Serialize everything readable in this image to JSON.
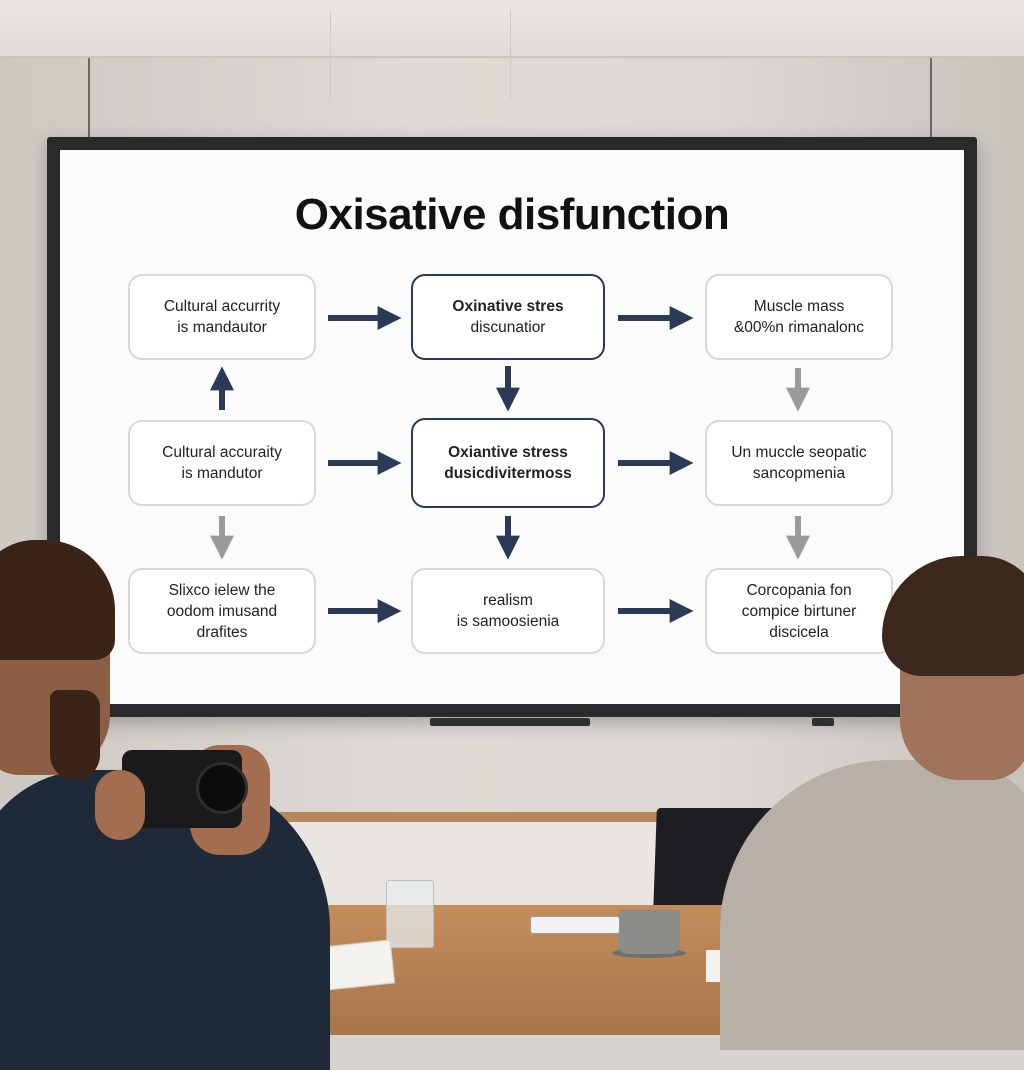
{
  "slide": {
    "title": "Oxisative disfunction",
    "boxes": {
      "r1c1": [
        "Cultural accurrity",
        "is mandautor"
      ],
      "r1c2": [
        "Oxinative stres",
        "discunatior"
      ],
      "r1c3": [
        "Muscle mass",
        "&00%n rimanalonc"
      ],
      "r2c1": [
        "Cultural accuraity",
        "is mandutor"
      ],
      "r2c2": [
        "Oxiantive stress",
        "dusicdivitermoss"
      ],
      "r2c3": [
        "Un muccle seopatic",
        "sancopmenia"
      ],
      "r3c1": [
        "Slixco ielew the",
        "oodom imusand",
        "drafites"
      ],
      "r3c2": [
        "realism",
        "is samoosienia"
      ],
      "r3c3": [
        "Corcopania fon",
        "compice birtuner",
        "discicela"
      ]
    }
  },
  "colors": {
    "arrow_dark": "#2b3a55",
    "arrow_gray": "#9a9a9a",
    "box_border": "#d8d8d8"
  }
}
